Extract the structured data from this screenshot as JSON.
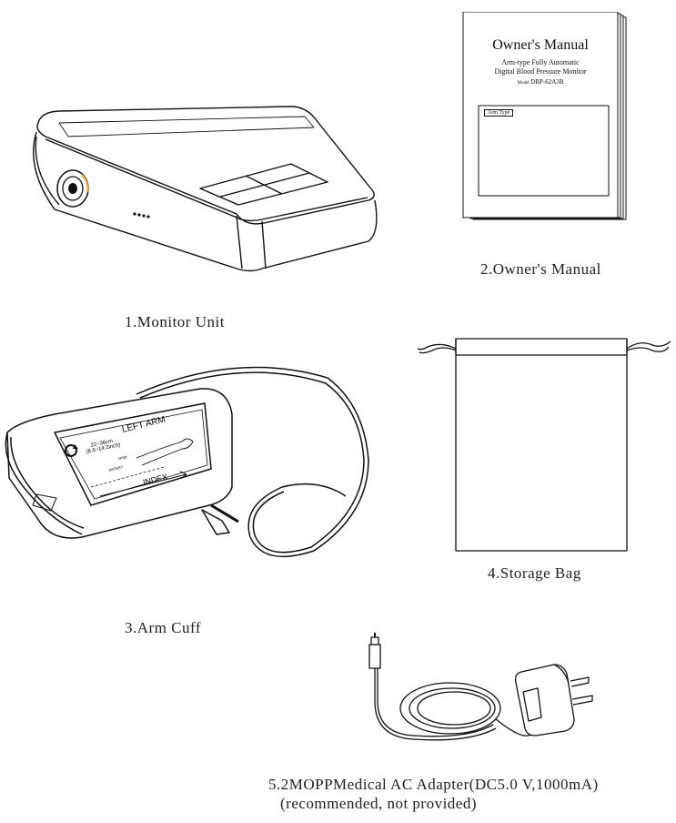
{
  "items": {
    "monitor": {
      "caption": "1.Monitor Unit"
    },
    "manual": {
      "caption": "2.Owner's Manual",
      "title": "Owner's Manual",
      "subtitle1": "Arm-type Fully Automatic",
      "subtitle2": "Digital Blood Pressure Monitor",
      "model_label": "Model",
      "model_value": "DBP-62A3B",
      "box_label": "Arm Type"
    },
    "cuff": {
      "caption": "3.Arm Cuff",
      "range_cm": "22~36cm",
      "range_inch": "(8.6~14.2inch)",
      "arm_label": "LEFT ARM",
      "index_label": "INDEX",
      "small_text1": "ARTERY",
      "small_text2": "range"
    },
    "bag": {
      "caption": "4.Storage Bag"
    },
    "adapter": {
      "caption_line1": "5.2MOPPMedical AC Adapter(DC5.0 V,1000mA)",
      "caption_line2": "(recommended, not provided)"
    }
  }
}
